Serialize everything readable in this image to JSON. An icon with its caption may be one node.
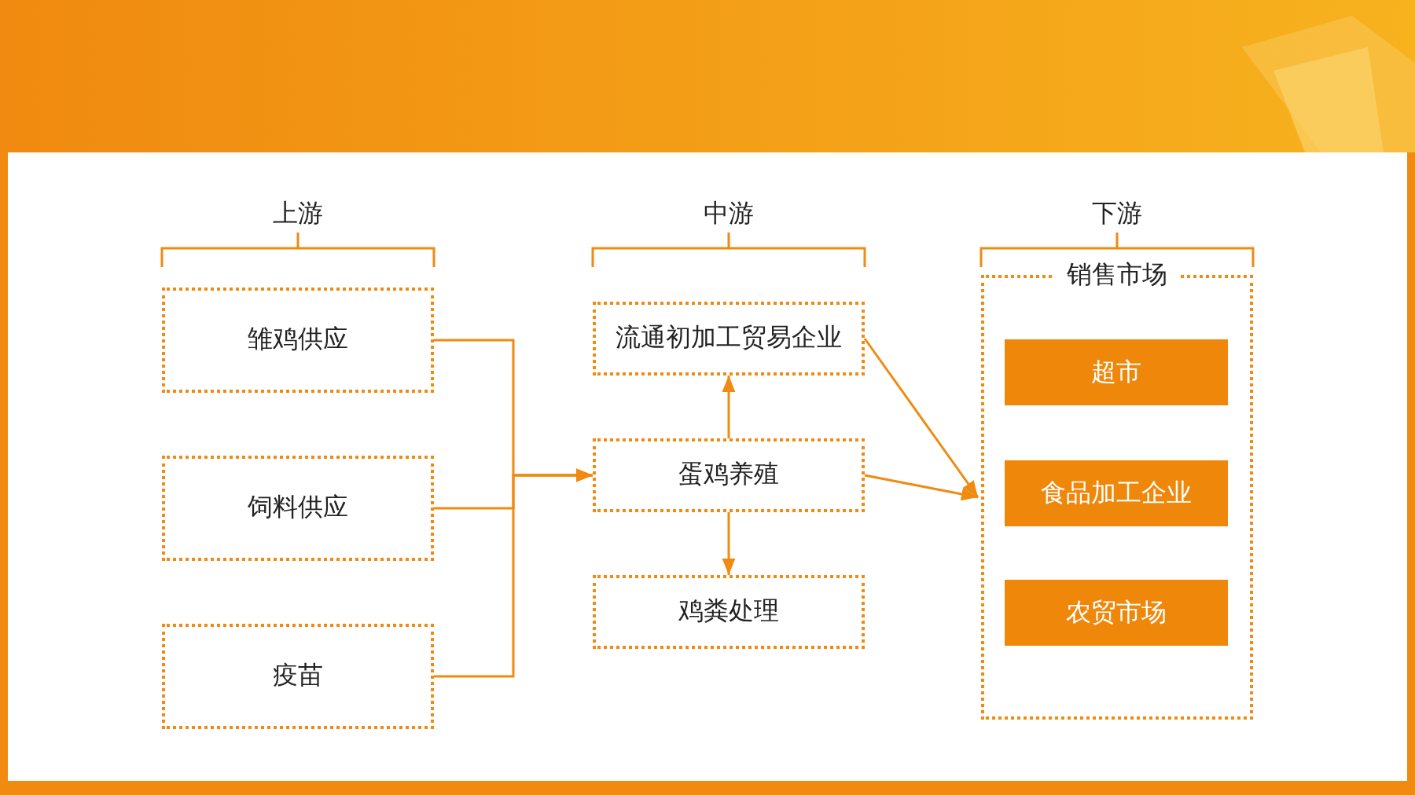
{
  "diagram": {
    "nodes": [
      {
        "text": [
          "雏鸡供应"
        ]
      },
      {
        "text": [
          "饲料供应"
        ]
      },
      {
        "text": [
          "疫苗"
        ]
      },
      {
        "text": [
          "流通初加工贸易企业"
        ]
      },
      {
        "text": [
          "蛋鸡养殖"
        ]
      },
      {
        "text": [
          "鸡粪处理"
        ]
      },
      {
        "text": [
          "销售市场"
        ]
      },
      {
        "text": [
          "超市"
        ],
        "in": 6
      },
      {
        "text": [
          "食品加工企业"
        ],
        "in": 6
      },
      {
        "text": [
          "农贸市场"
        ],
        "in": 6
      }
    ],
    "edges": [
      {
        "from": 0,
        "to": 4,
        "arrow": "to"
      },
      {
        "from": 1,
        "to": 4,
        "arrow": "to"
      },
      {
        "from": 2,
        "to": 4,
        "arrow": "to"
      },
      {
        "from": 4,
        "to": 3,
        "arrow": "to"
      },
      {
        "from": 4,
        "to": 5,
        "arrow": "to"
      },
      {
        "from": 3,
        "to": 6,
        "arrow": "to"
      },
      {
        "from": 4,
        "to": 6,
        "arrow": "to"
      }
    ],
    "labels": [
      "上游",
      "中游",
      "下游"
    ]
  }
}
